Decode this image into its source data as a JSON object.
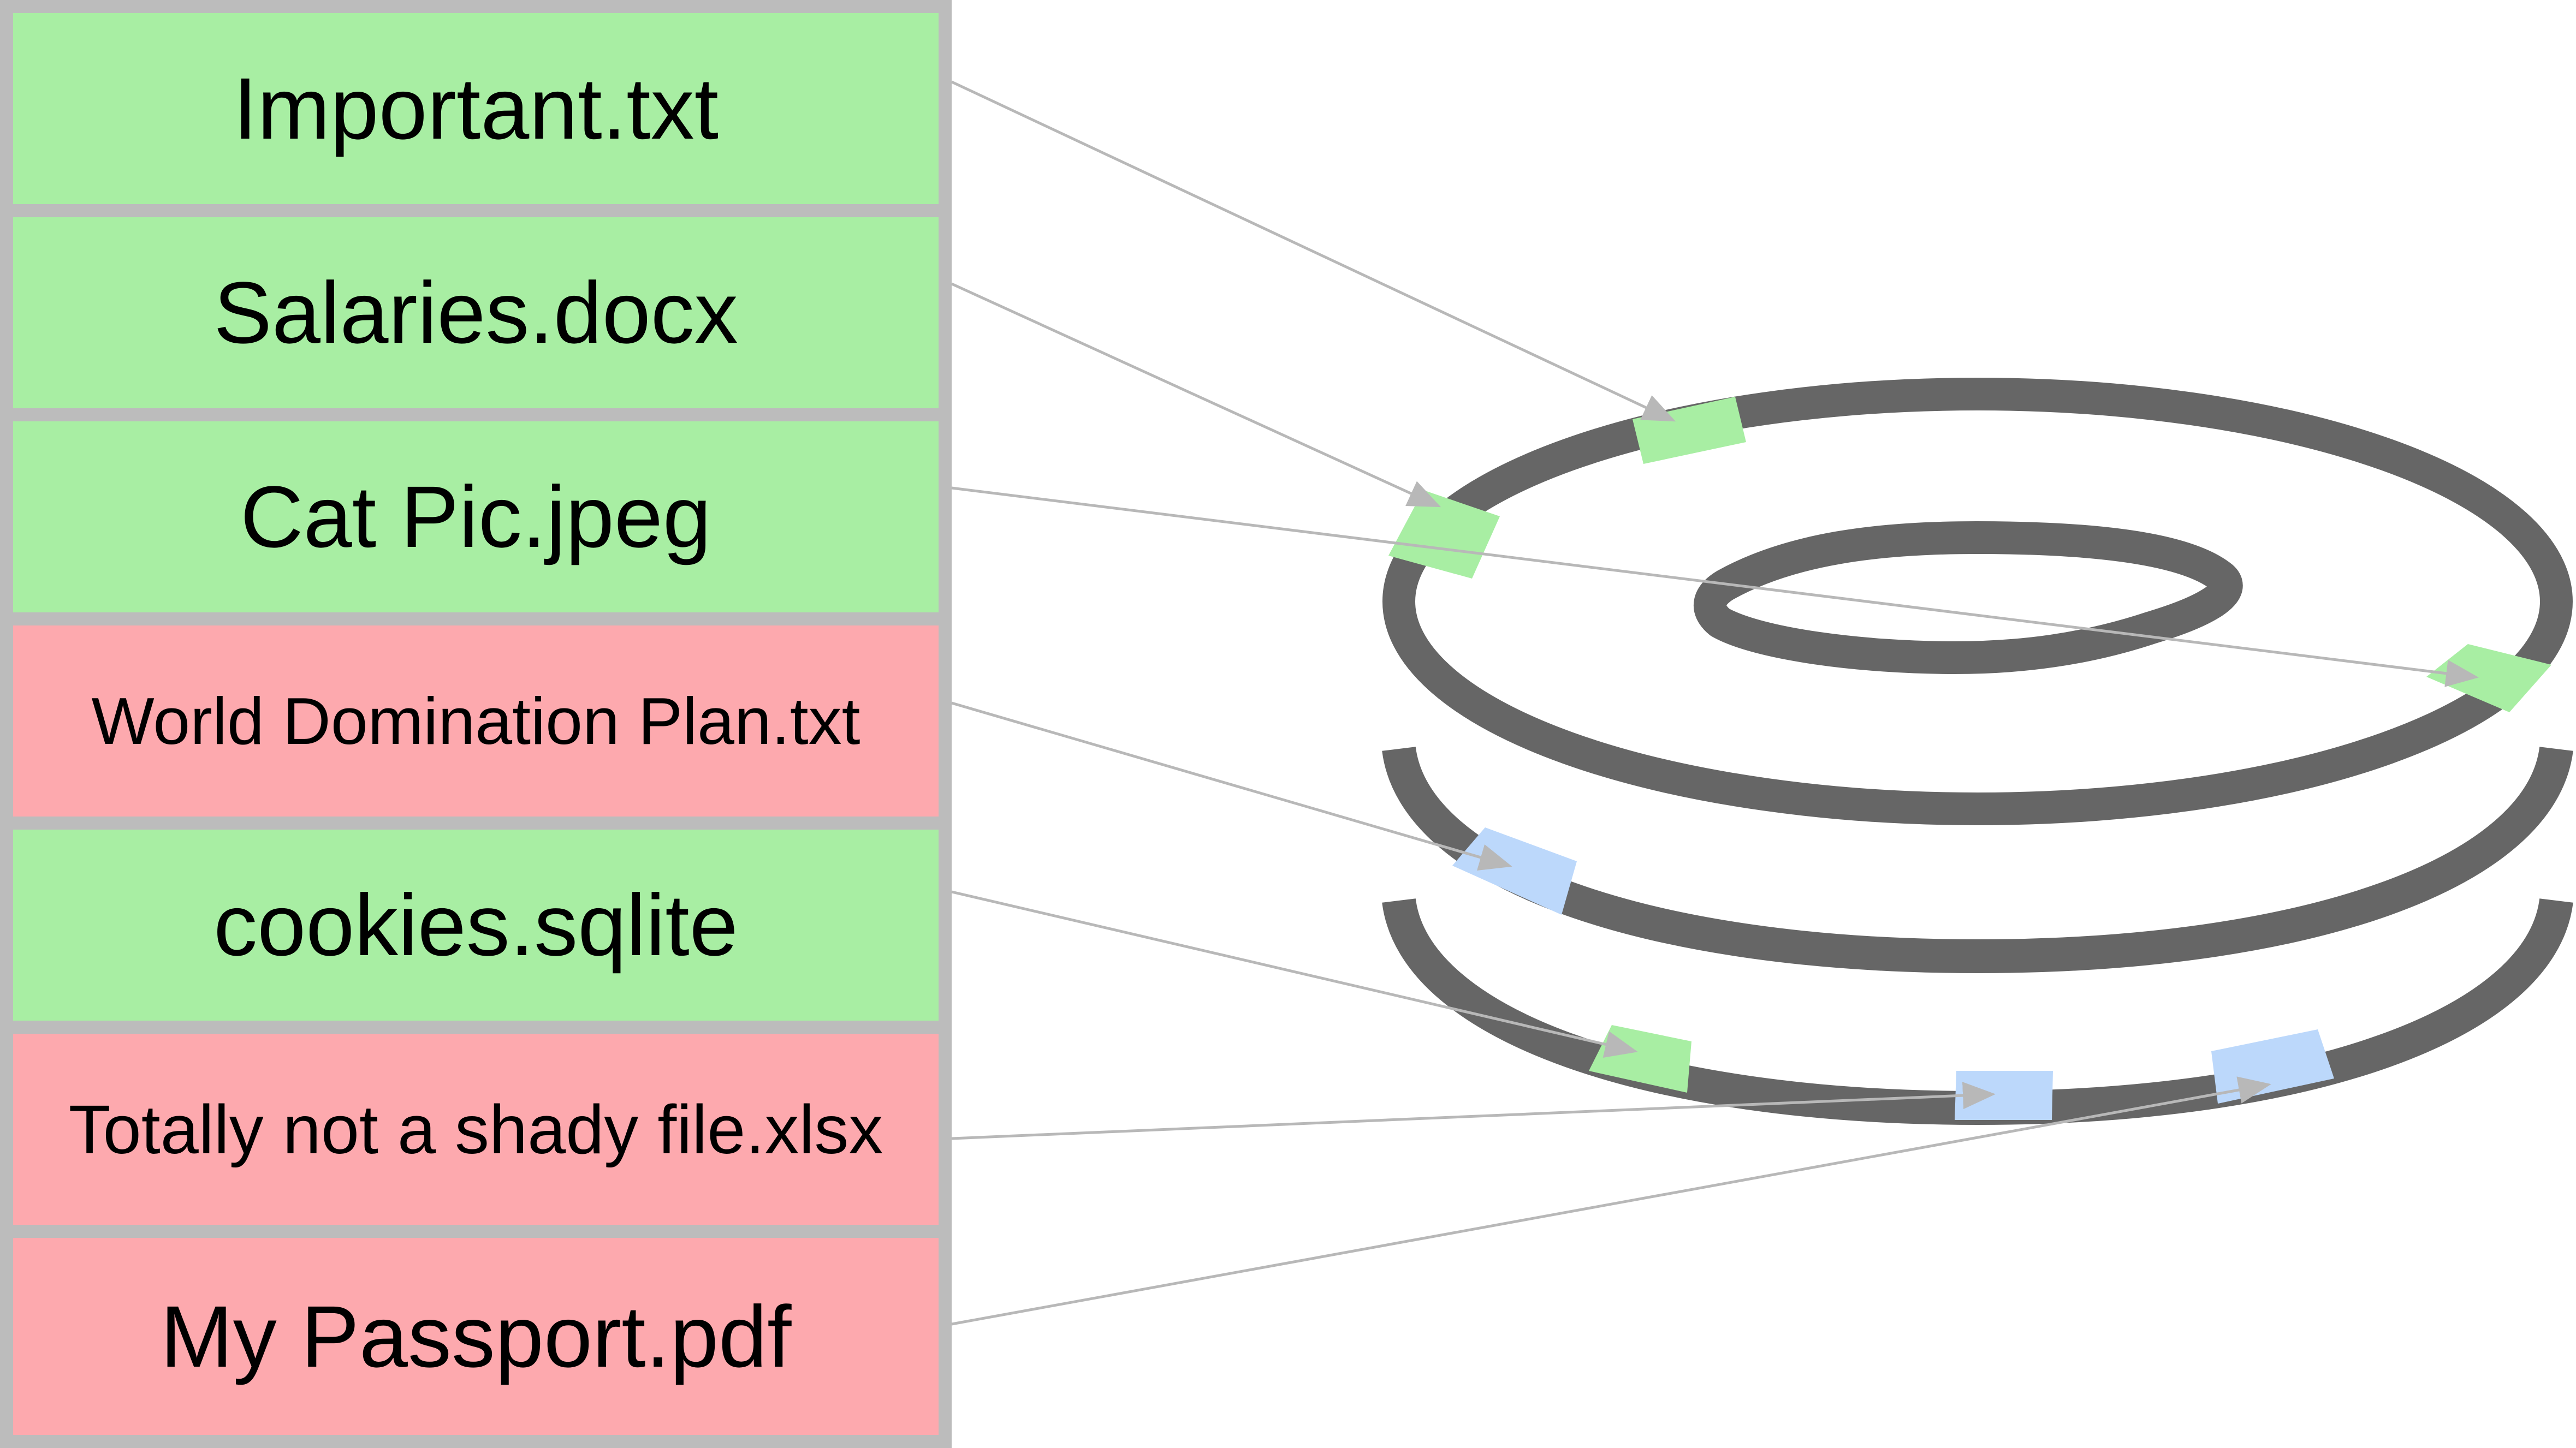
{
  "files": [
    {
      "name": "Important.txt",
      "status": "safe",
      "segment": "outer-top"
    },
    {
      "name": "Salaries.docx",
      "status": "safe",
      "segment": "outer-left"
    },
    {
      "name": "Cat Pic.jpeg",
      "status": "safe",
      "segment": "outer-right"
    },
    {
      "name": "World Domination Plan.txt",
      "status": "suspicious",
      "segment": "middle-left"
    },
    {
      "name": "cookies.sqlite",
      "status": "safe",
      "segment": "bottom-left"
    },
    {
      "name": "Totally not a shady file.xlsx",
      "status": "suspicious",
      "segment": "bottom-center"
    },
    {
      "name": "My Passport.pdf",
      "status": "suspicious",
      "segment": "bottom-right"
    }
  ],
  "colors": {
    "safe": "#a8eea3",
    "suspicious": "#fda9ae",
    "sector_safe": "#a8eea3",
    "sector_other": "#bcd8fb",
    "disk": "#666666",
    "border": "#bcbcbc",
    "arrow": "#b8b8b8"
  }
}
